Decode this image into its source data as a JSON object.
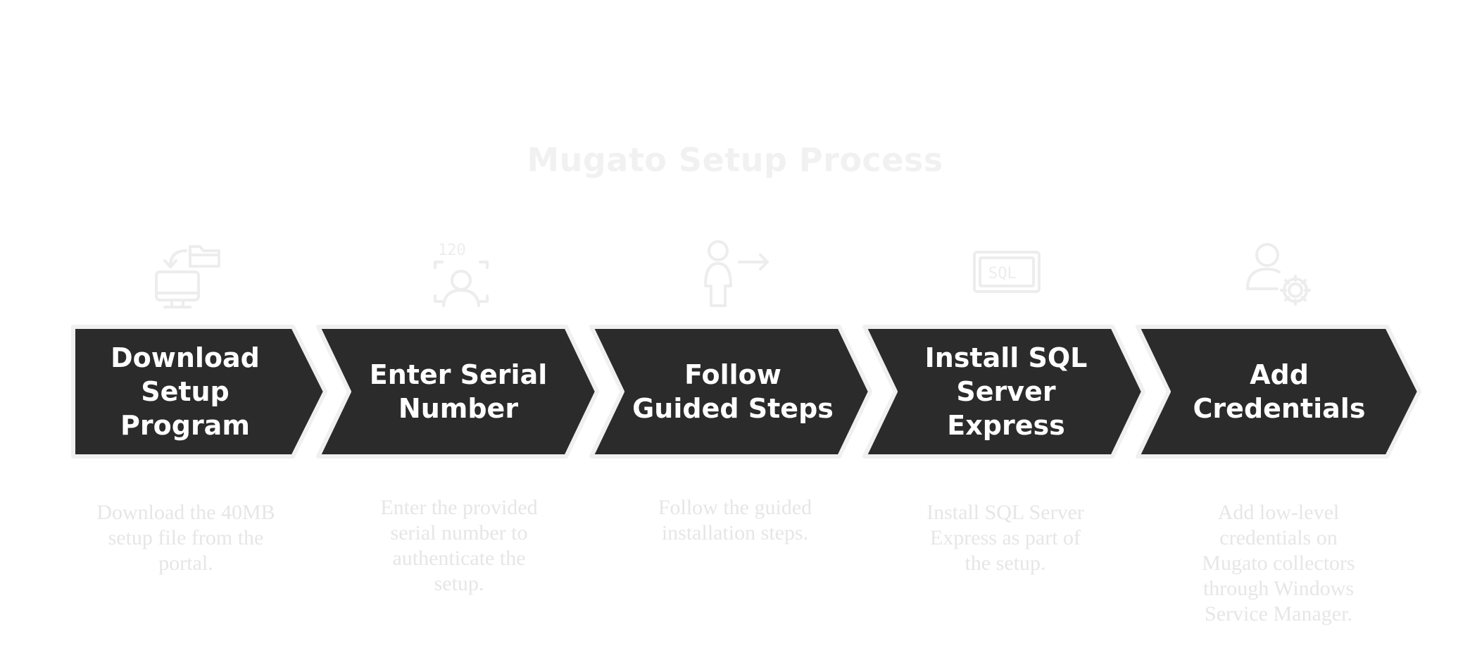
{
  "title": "Mugato Setup Process",
  "steps": [
    {
      "icon": "download-computer-icon",
      "label_lines": [
        "Download",
        "Setup",
        "Program"
      ],
      "description_lines": [
        "Download the 40MB",
        "setup file from the",
        "portal."
      ]
    },
    {
      "icon": "serial-number-scan-icon",
      "label_lines": [
        "Enter Serial",
        "Number"
      ],
      "description_lines": [
        "Enter the provided",
        "serial number to",
        "authenticate the",
        "setup."
      ]
    },
    {
      "icon": "person-arrow-icon",
      "label_lines": [
        "Follow",
        "Guided Steps"
      ],
      "description_lines": [
        "Follow the guided",
        "installation steps."
      ]
    },
    {
      "icon": "sql-server-icon",
      "sql_text": "SQL",
      "label_lines": [
        "Install SQL",
        "Server",
        "Express"
      ],
      "description_lines": [
        "Install SQL Server",
        "Express as part of",
        "the setup."
      ]
    },
    {
      "icon": "user-gear-icon",
      "label_lines": [
        "Add",
        "Credentials"
      ],
      "description_lines": [
        "Add low-level",
        "credentials on",
        "Mugato collectors",
        "through Windows",
        "Service Manager."
      ]
    }
  ],
  "scan_digits": "120",
  "colors": {
    "arrow_fill": "#2b2b2b",
    "arrow_outline": "#f0f0f0",
    "label_text": "#ffffff",
    "faded_text": "#e6e6e6",
    "title_text": "#f1f1f1",
    "icon_stroke": "#ededed"
  }
}
